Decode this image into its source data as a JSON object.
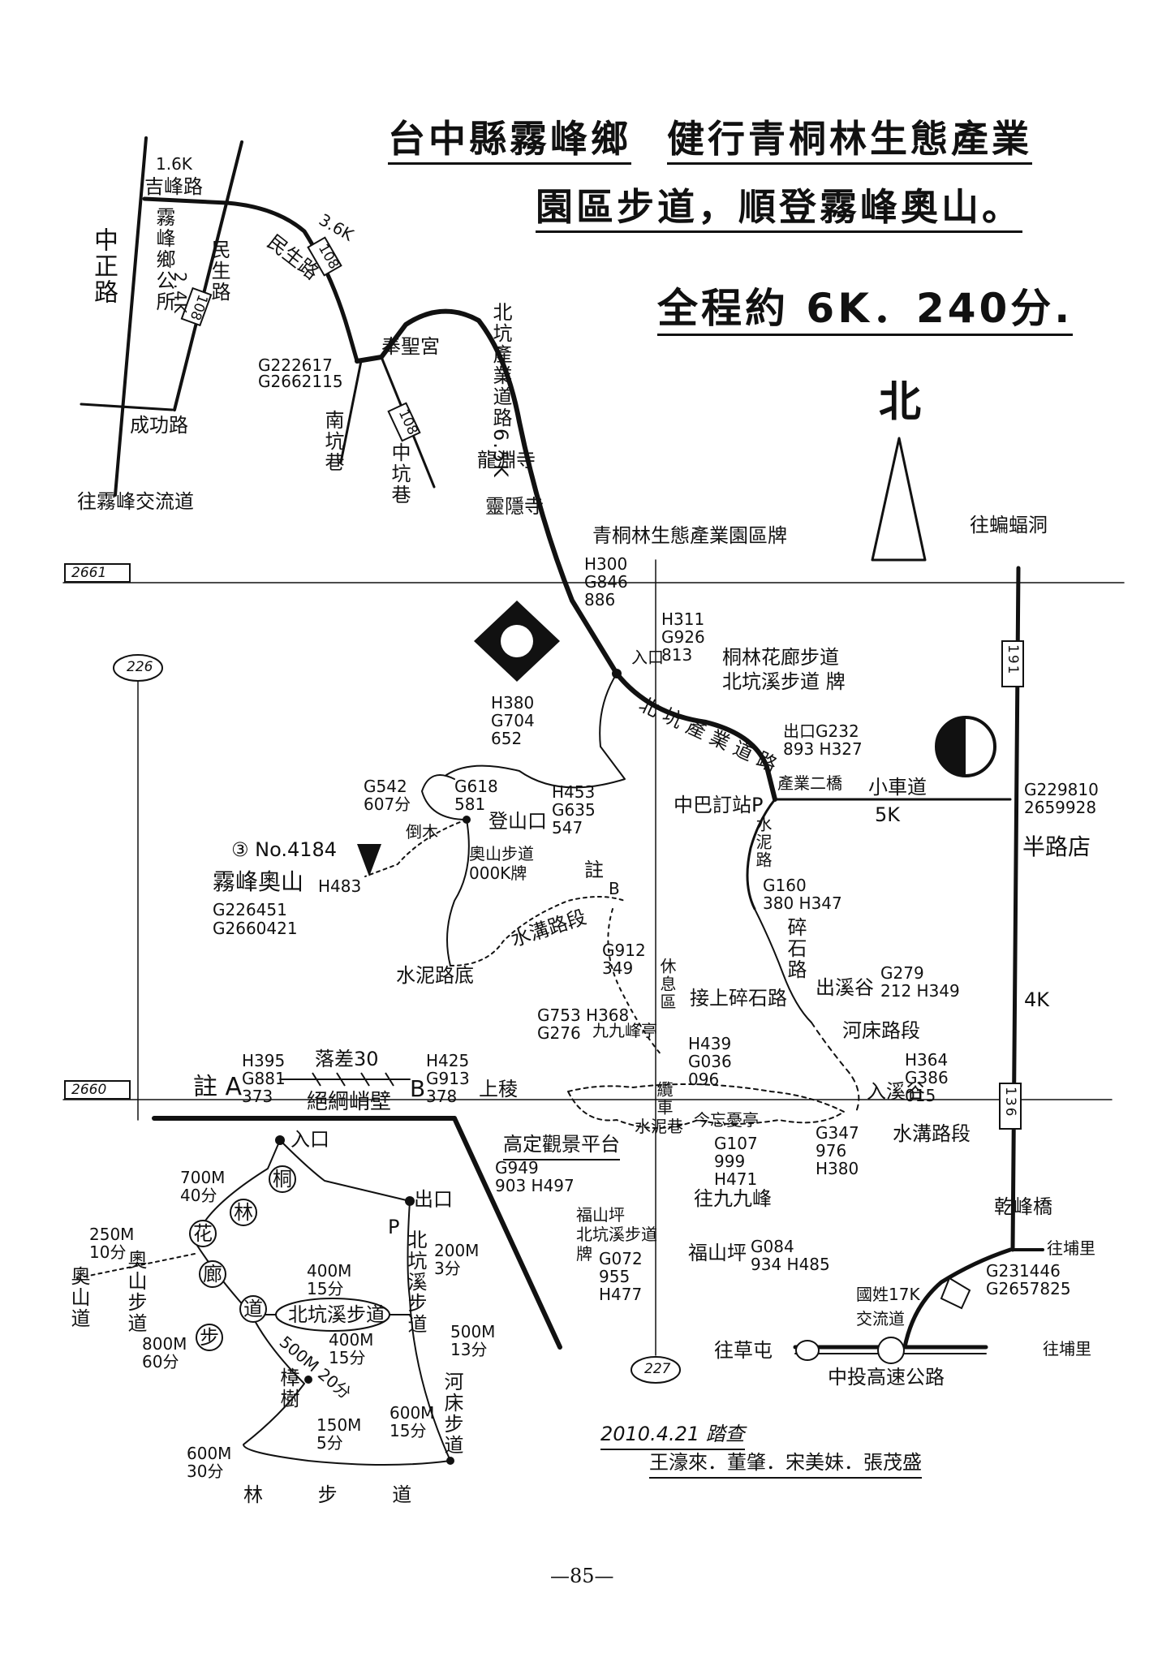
{
  "title": {
    "line1a": "台中縣霧峰鄉",
    "line1b": "健行青桐林生態產業",
    "line2": "園區步道，順登霧峰奧山。",
    "line3": "全程約 6K．240分."
  },
  "north_label": "北",
  "grid_labels": [
    "2661",
    "2660",
    "226",
    "227",
    "191",
    "136",
    "108"
  ],
  "roads": {
    "zhongzheng": "中正路",
    "jifeng": "吉峰路",
    "jifeng_dist": "1.6K",
    "wufeng_office": "霧峰鄉公所",
    "minsheng": "民生路",
    "minsheng_dist": "2.4K",
    "minsheng2": "民生路",
    "minsheng2_dist": "3.6K",
    "chenggong": "成功路",
    "to_interchange": "往霧峰交流道",
    "nankeng": "南坑巷",
    "zhongkeng": "中坑巷",
    "beikeng_road": "北坑產業道路6.5K",
    "beikeng_road2": "北坑產業道路",
    "xiaoche": "小車道",
    "xiaoche_dist": "5K",
    "to_pianfu": "往蝙蝠洞",
    "freeway": "中投高速公路",
    "guoxing": "國姓17K",
    "interchange": "交流道",
    "to_caotun": "往草屯",
    "to_puli": "往埔里",
    "to_puli2": "往埔里",
    "qianfeng_bridge": "乾峰橋",
    "banlu": "半路店",
    "dist_4k": "4K"
  },
  "places": {
    "fengsheng": "奉聖宮",
    "longyuan": "龍淵寺",
    "lingyin": "靈隱寺",
    "park_sign": "青桐林生態產業園區牌",
    "tonglin_sign": "桐林花廊步道\n北坑溪步道 牌",
    "entrance": "入口",
    "exit": "出口",
    "bridge2": "產業二橋",
    "bus_stop": "中巴訂站P",
    "cement_road": "水泥路",
    "gravel_road": "碎石路",
    "chuxi": "出溪谷",
    "riverbed": "河床路段",
    "ruxi": "入溪谷",
    "ditch": "水溝路段",
    "ditch2": "水溝路段",
    "start_gravel": "接上碎石路",
    "rest_area": "休息區",
    "jiujiu": "九九峰亭",
    "dengshan": "登山口",
    "aoshan_trail": "奧山步道000K牌",
    "fallen_tree": "倒木",
    "cement_end": "水泥路底",
    "summit": "霧峰奧山",
    "summit_no": "③ No.4184",
    "summit_h": "H483",
    "summit_g": "G226451\nG2660421",
    "cliff": "絕綱峭壁",
    "drop": "落差30",
    "upper": "上稜",
    "note_a": "註 A",
    "note_b": "B",
    "note_top": "註",
    "gaoding": "高定觀景平台",
    "ting": "今忘憂亭",
    "cement_tail": "水泥巷",
    "cable": "纜車",
    "to_jiujiu": "往九九峰",
    "fushan": "福山坪",
    "fushan_sign": "福山坪\n北坑溪步道\n牌"
  },
  "coords": {
    "c1": "G222617\nG2662115",
    "c2": "H300\nG846\n886",
    "c3": "H311\nG926\n813",
    "c4": "H380\nG704\n652",
    "c5": "出口G232\n893 H327",
    "c6": "G542\n607分",
    "c7": "G618\n581",
    "c8": "H453\nG635\n547",
    "c9": "G160\n380 H347",
    "c10": "G912\n349",
    "c11": "G279\n212 H349",
    "c12": "G753 H368\nG276",
    "c13": "H439\nG036\n096",
    "c14": "H364\nG386\n015",
    "c15": "H395\nG881\n373",
    "c16": "H425\nG913\n378",
    "c17": "G949\n903 H497",
    "c18": "G107\n999\nH471",
    "c19": "G347\n976\nH380",
    "c20": "G084\n934 H485",
    "c21": "G072\n955\nH477",
    "c22": "G229810\n2659928",
    "c23": "G231446\nG2657825"
  },
  "inset": {
    "entrance": "入口",
    "exit": "出口",
    "p": "P",
    "loop1": [
      "桐",
      "林",
      "花",
      "廊",
      "步",
      "道"
    ],
    "seg1": "700M\n40分",
    "seg2": "250M\n10分",
    "aoshan": "奧山步道",
    "aoshan_side": "奧山道",
    "seg3": "800M\n60分",
    "center": "北坑溪步道",
    "seg4": "400M\n15分",
    "seg5": "400M\n15分",
    "seg6": "200M\n3分",
    "beikeng_v": "北坑溪步道",
    "seg7": "500M\n13分",
    "riverbed_v": "河床步道",
    "seg8": "500M 20分",
    "zhangshu": "樟樹",
    "seg9": "150M\n5分",
    "seg10": "600M\n15分",
    "seg11": "600M\n30分",
    "bottom": "林 步 道"
  },
  "credits": {
    "date": "2010.4.21 踏查",
    "names": "王濠來．董肇．宋美妹．張茂盛"
  },
  "page_number": "—85—"
}
